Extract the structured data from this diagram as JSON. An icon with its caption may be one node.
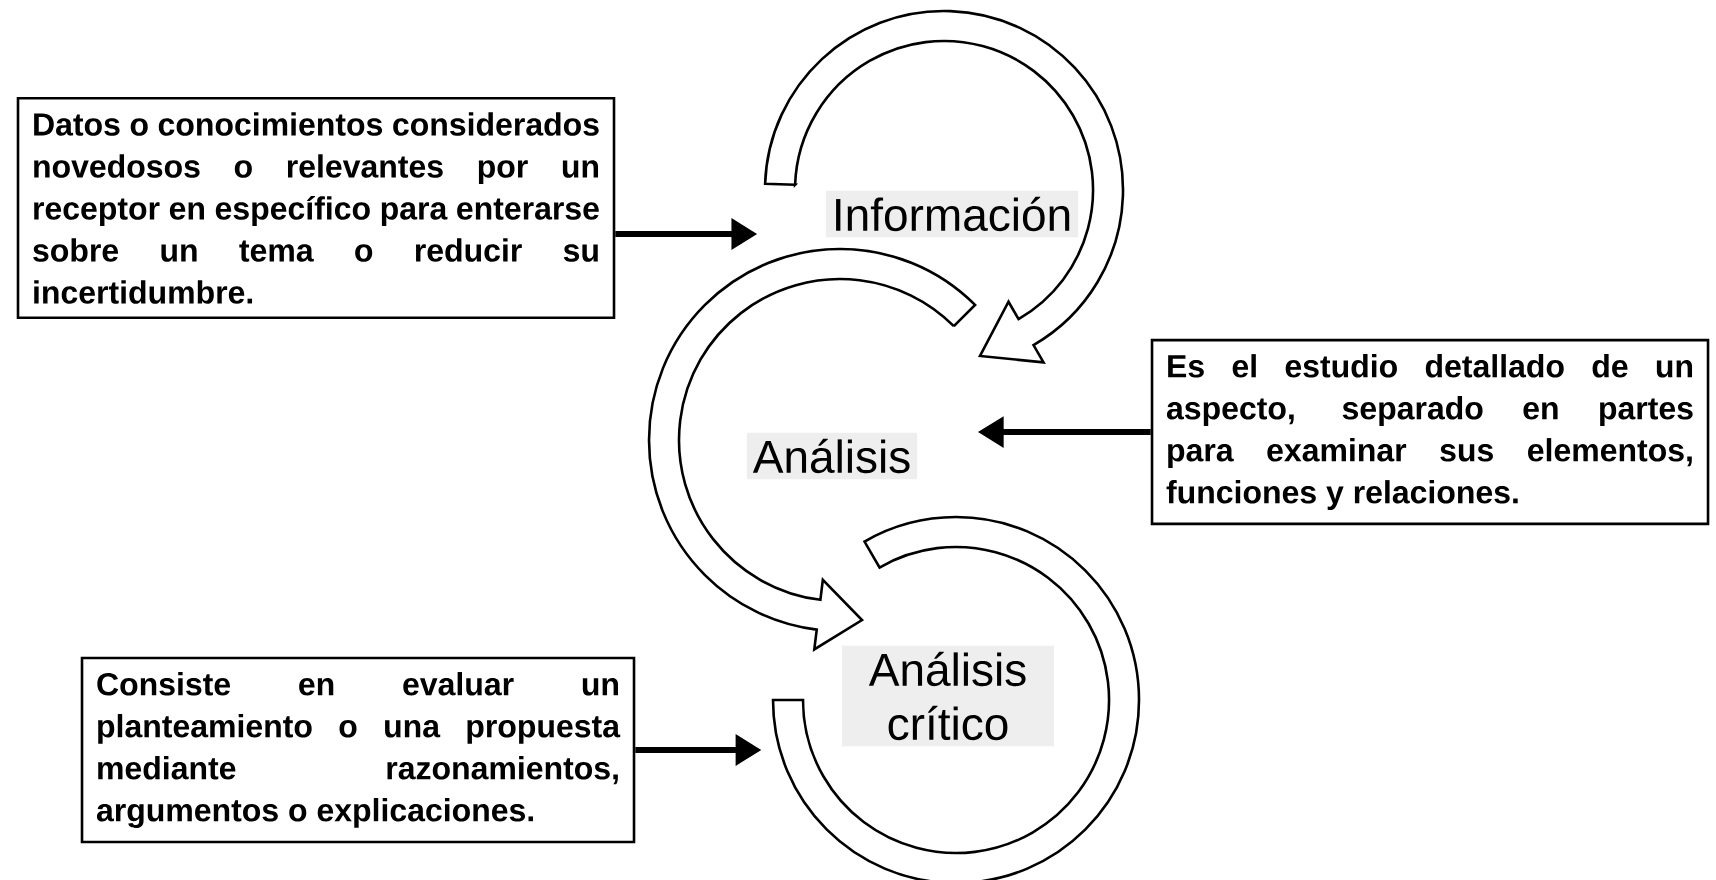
{
  "diagram": {
    "nodes": [
      {
        "text": [
          "Datos o conocimientos considerados novedosos o relevantes por un receptor en específico para enterarse sobre un tema o reducir su incertidumbre."
        ]
      },
      {
        "text": [
          "Información"
        ]
      },
      {
        "text": [
          "Es el estudio detallado de un aspecto, separado en partes para examinar sus elementos, funciones y relaciones."
        ]
      },
      {
        "text": [
          "Análisis"
        ]
      },
      {
        "text": [
          "Consiste en evaluar un planteamiento o una propuesta mediante razonamientos, argumentos o explicaciones."
        ]
      },
      {
        "text": [
          "Análisis crítico"
        ]
      }
    ],
    "edges": [
      {
        "from": 0,
        "to": 1,
        "arrow": "to"
      },
      {
        "from": 1,
        "to": 3,
        "arrow": "to"
      },
      {
        "from": 2,
        "to": 3,
        "arrow": "to"
      },
      {
        "from": 3,
        "to": 5,
        "arrow": "to"
      },
      {
        "from": 4,
        "to": 5,
        "arrow": "to"
      }
    ]
  }
}
